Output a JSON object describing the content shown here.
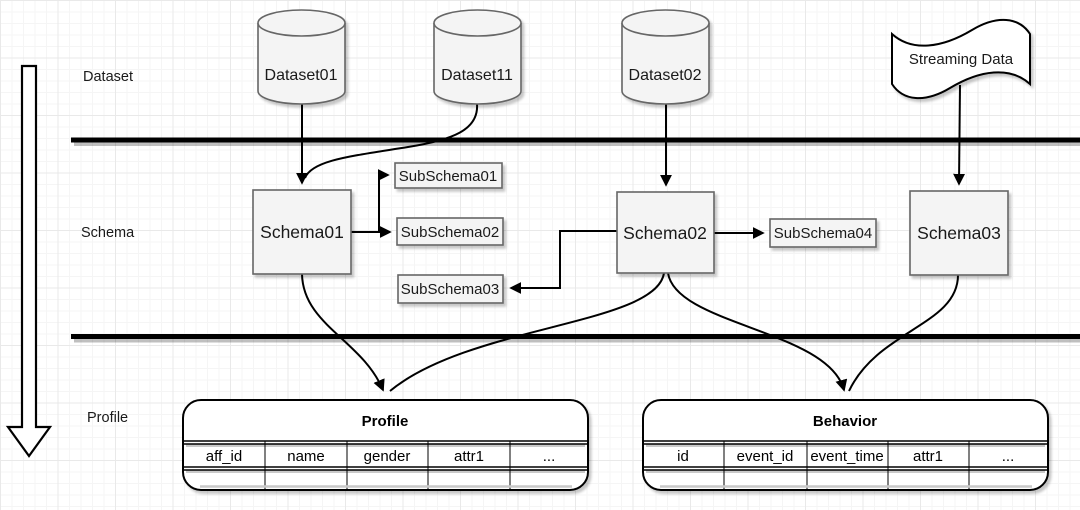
{
  "diagram": {
    "layers": [
      {
        "label": "Dataset"
      },
      {
        "label": "Schema"
      },
      {
        "label": "Profile"
      }
    ],
    "datasets": [
      {
        "label": "Dataset01"
      },
      {
        "label": "Dataset11"
      },
      {
        "label": "Dataset02"
      }
    ],
    "streaming": {
      "label": "Streaming Data"
    },
    "schemas": [
      {
        "label": "Schema01"
      },
      {
        "label": "Schema02"
      },
      {
        "label": "Schema03"
      }
    ],
    "subschemas": [
      {
        "label": "SubSchema01"
      },
      {
        "label": "SubSchema02"
      },
      {
        "label": "SubSchema03"
      },
      {
        "label": "SubSchema04"
      }
    ],
    "tables": [
      {
        "title": "Profile",
        "columns": [
          "aff_id",
          "name",
          "gender",
          "attr1",
          "..."
        ]
      },
      {
        "title": "Behavior",
        "columns": [
          "id",
          "event_id",
          "event_time",
          "attr1",
          "..."
        ]
      }
    ],
    "colors": {
      "shape_fill": "#f4f4f4",
      "shape_stroke": "#666666",
      "connector": "#000000",
      "tape_fill": "#ffffff",
      "text": "#000000"
    }
  }
}
